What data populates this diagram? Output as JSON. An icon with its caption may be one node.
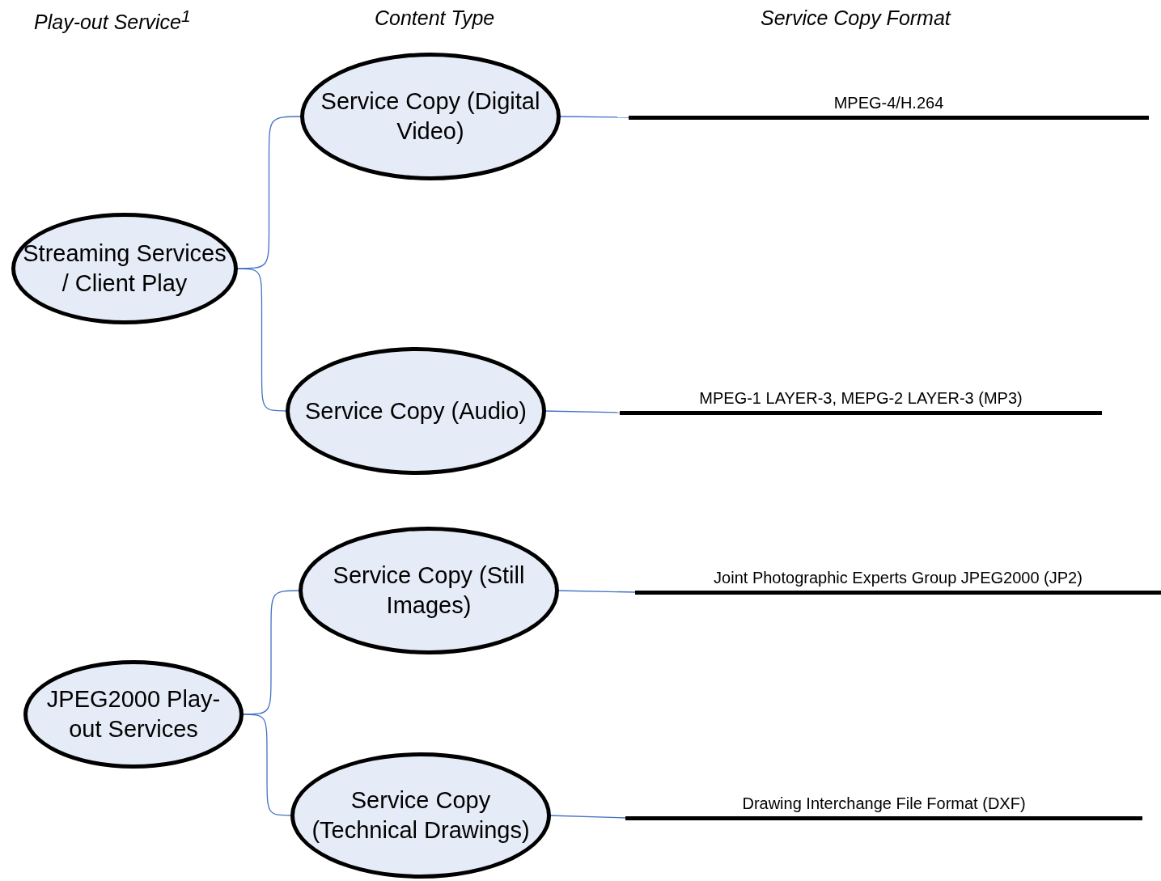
{
  "diagram": {
    "nodes": [
      {
        "text": [
          "Streaming Services / Client Play"
        ]
      },
      {
        "text": [
          "Service Copy (Digital Video)"
        ]
      },
      {
        "text": [
          "Service Copy (Audio)"
        ]
      },
      {
        "text": [
          "JPEG2000 Play-out Services"
        ]
      },
      {
        "text": [
          "Service Copy (Still Images)"
        ]
      },
      {
        "text": [
          "Service Copy (Technical Drawings)"
        ]
      },
      {
        "text": [
          "MPEG-4/H.264"
        ]
      },
      {
        "text": [
          "MPEG-1 LAYER-3, MEPG-2 LAYER-3 (MP3)"
        ]
      },
      {
        "text": [
          "Joint Photographic Experts Group JPEG2000 (JP2)"
        ]
      },
      {
        "text": [
          "Drawing Interchange File Format (DXF)"
        ]
      }
    ],
    "edges": [
      {
        "from": 0,
        "to": 1,
        "arrow": "none"
      },
      {
        "from": 0,
        "to": 2,
        "arrow": "none"
      },
      {
        "from": 1,
        "to": 6,
        "arrow": "none"
      },
      {
        "from": 2,
        "to": 7,
        "arrow": "none"
      },
      {
        "from": 3,
        "to": 4,
        "arrow": "none"
      },
      {
        "from": 3,
        "to": 5,
        "arrow": "none"
      },
      {
        "from": 4,
        "to": 8,
        "arrow": "none"
      },
      {
        "from": 5,
        "to": 9,
        "arrow": "none"
      }
    ],
    "labels": [
      "Play-out Service$^{1}$",
      "Content Type",
      "Service Copy Format"
    ]
  }
}
